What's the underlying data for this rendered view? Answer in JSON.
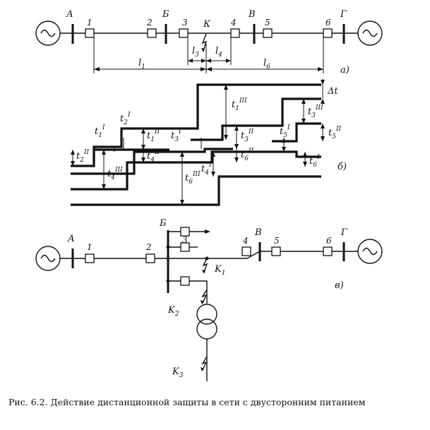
{
  "diagram_a": {
    "substations": [
      "А",
      "Б",
      "В",
      "Г"
    ],
    "breakers": [
      "1",
      "2",
      "3",
      "4",
      "5",
      "6"
    ],
    "fault": "К",
    "distances": [
      {
        "base": "l",
        "index": "1"
      },
      {
        "base": "l",
        "index": "3"
      },
      {
        "base": "l",
        "index": "4"
      },
      {
        "base": "l",
        "index": "6"
      }
    ],
    "tag": "а)"
  },
  "diagram_b": {
    "delta": "Δt",
    "times": [
      {
        "base": "t",
        "index": "1",
        "stage": "III"
      },
      {
        "base": "t",
        "index": "3",
        "stage": "III"
      },
      {
        "base": "t",
        "index": "5",
        "stage": "II"
      },
      {
        "base": "t",
        "index": "5",
        "stage": "I"
      },
      {
        "base": "t",
        "index": "3",
        "stage": "II"
      },
      {
        "base": "t",
        "index": "3",
        "stage": "I"
      },
      {
        "base": "t",
        "index": "1",
        "stage": "II"
      },
      {
        "base": "t",
        "index": "1",
        "stage": "I"
      },
      {
        "base": "t",
        "index": "2",
        "stage": "I"
      },
      {
        "base": "t",
        "index": "2",
        "stage": "II"
      },
      {
        "base": "t",
        "index": "4",
        "stage": "III"
      },
      {
        "base": "t",
        "index": "4",
        "stage": "II"
      },
      {
        "base": "t",
        "index": "6",
        "stage": "III"
      },
      {
        "base": "t",
        "index": "4",
        "stage": "I"
      },
      {
        "base": "t",
        "index": "6",
        "stage": "II"
      },
      {
        "base": "t",
        "index": "6",
        "stage": "I"
      }
    ],
    "tag": "б)"
  },
  "diagram_v": {
    "substations": [
      "А",
      "Б",
      "В",
      "Г"
    ],
    "breakers": [
      "1",
      "2",
      "3",
      "4",
      "5",
      "6"
    ],
    "faults": [
      {
        "base": "K",
        "index": "1"
      },
      {
        "base": "K",
        "index": "2"
      },
      {
        "base": "K",
        "index": "3"
      }
    ],
    "tag": "в)"
  },
  "caption": {
    "number": "Рис. 6.2.",
    "text": "Действие дистанционной  защиты в сети с двусторонним питанием"
  }
}
